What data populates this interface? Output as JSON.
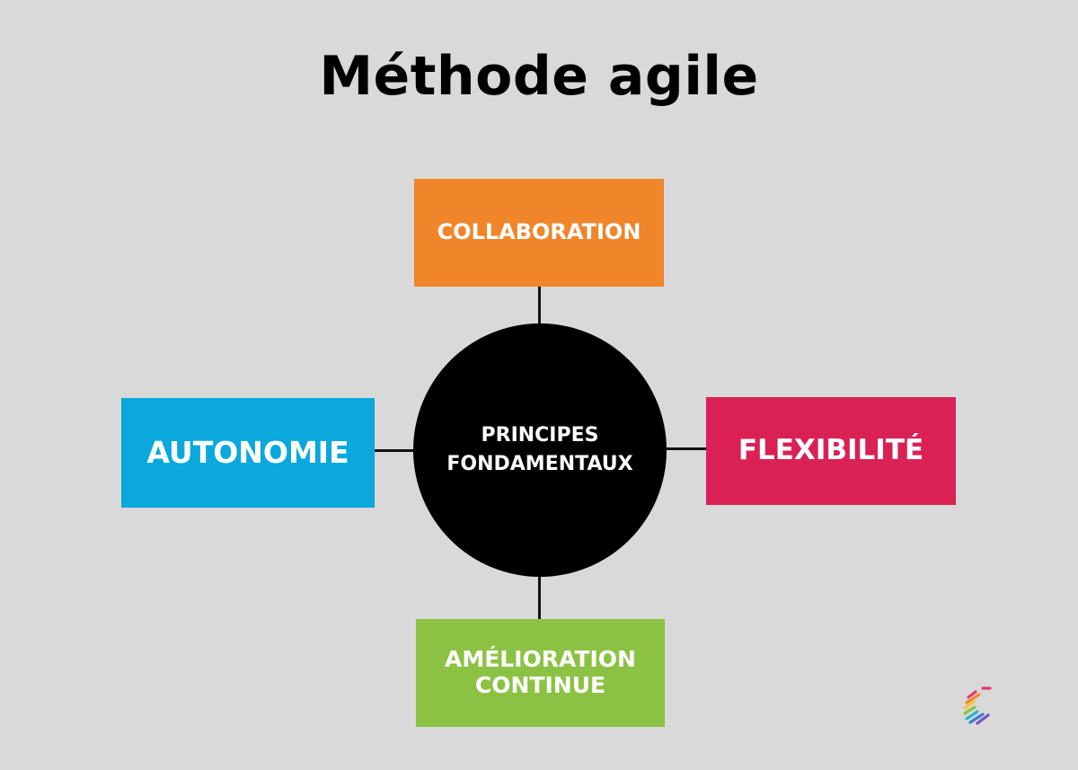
{
  "title": "Méthode agile",
  "center": {
    "line1": "PRINCIPES",
    "line2": "FONDAMENTAUX",
    "color": "#000000"
  },
  "nodes": {
    "top": {
      "label": "COLLABORATION",
      "color": "#f0852a"
    },
    "left": {
      "label": "AUTONOMIE",
      "color": "#0aa8dc"
    },
    "right": {
      "label": "FLEXIBILITÉ",
      "color": "#d92155"
    },
    "bottom": {
      "line1": "AMÉLIORATION",
      "line2": "CONTINUE",
      "color": "#8cc243"
    }
  },
  "logo_icon": "c-logo-icon"
}
